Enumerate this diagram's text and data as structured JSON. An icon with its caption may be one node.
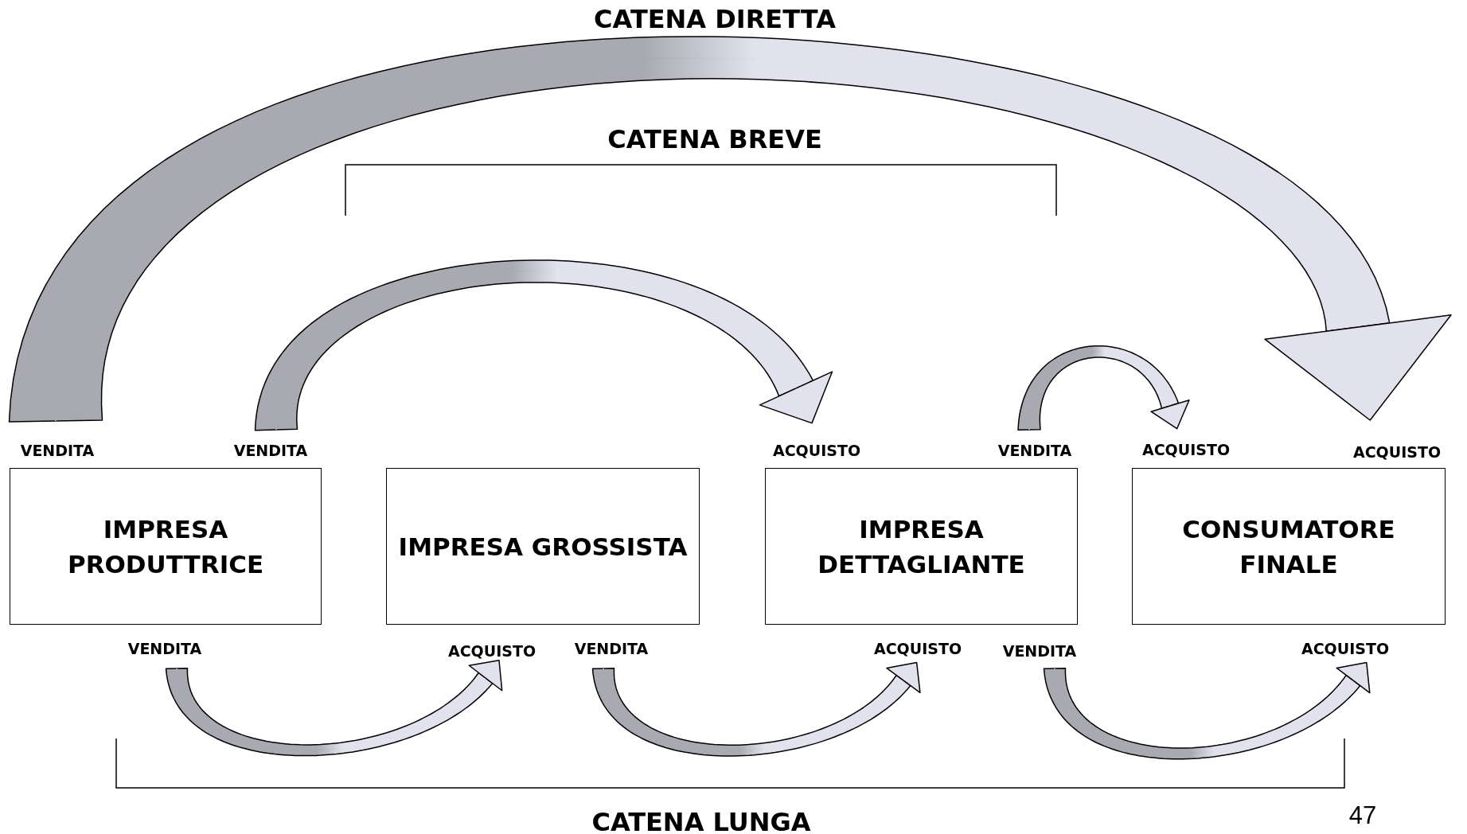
{
  "diagram": {
    "nodes": [
      {
        "text": [
          "IMPRESA PRODUTTRICE"
        ],
        "beside": [
          "VENDITA",
          "VENDITA",
          "VENDITA"
        ]
      },
      {
        "text": [
          "IMPRESA GROSSISTA"
        ],
        "beside": [
          "ACQUISTO",
          "VENDITA"
        ]
      },
      {
        "text": [
          "IMPRESA DETTAGLIANTE"
        ],
        "beside": [
          "ACQUISTO",
          "VENDITA",
          "ACQUISTO",
          "VENDITA"
        ]
      },
      {
        "text": [
          "CONSUMATORE FINALE"
        ],
        "beside": [
          "ACQUISTO",
          "ACQUISTO",
          "ACQUISTO"
        ]
      }
    ],
    "edges": [
      {
        "from": 0,
        "to": 3,
        "arrow": "to"
      },
      {
        "from": 0,
        "to": 2,
        "arrow": "to"
      },
      {
        "from": 2,
        "to": 3,
        "arrow": "to"
      },
      {
        "from": 0,
        "to": 1,
        "arrow": "to"
      },
      {
        "from": 1,
        "to": 2,
        "arrow": "to"
      },
      {
        "from": 2,
        "to": 3,
        "arrow": "to"
      }
    ],
    "labels": [
      "CATENA DIRETTA",
      "CATENA BREVE",
      "CATENA LUNGA",
      "47"
    ]
  }
}
